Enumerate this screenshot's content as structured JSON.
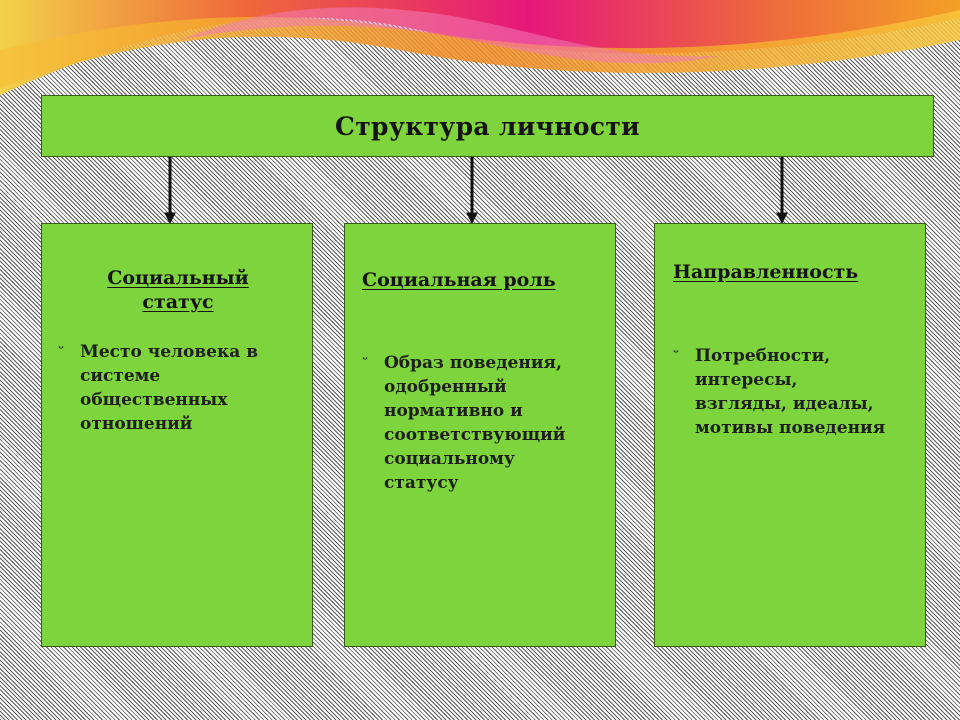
{
  "title": "Структура личности",
  "bullet_glyph": "ᵕ",
  "columns": [
    {
      "heading_line1": "Социальный",
      "heading_line2": "статус",
      "text": "Место человека  в\nсистеме\nобщественных\nотношений"
    },
    {
      "heading_line1": "Социальная роль",
      "heading_line2": "",
      "text": "Образ поведения,\nодобренный\nнормативно и\nсоответствующий\nсоциальному\nстатусу"
    },
    {
      "heading_line1": "Направленность",
      "heading_line2": "",
      "text": "Потребности,\nинтересы,\nвзгляды, идеалы,\nмотивы поведения"
    }
  ],
  "colors": {
    "box_fill": "#7ed43c",
    "banner_magenta": "#e5187a",
    "banner_orange": "#f39a1c"
  }
}
